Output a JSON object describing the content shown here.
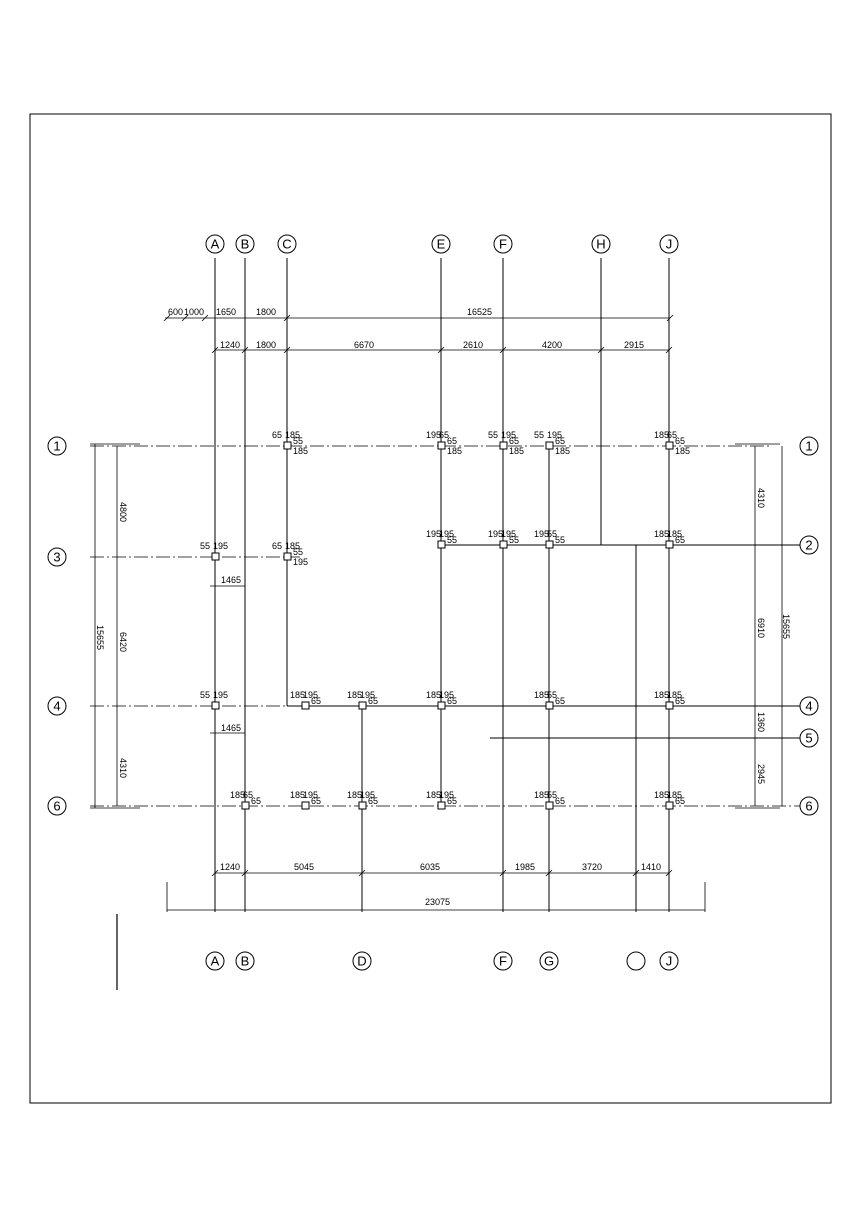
{
  "grid_top": [
    "A",
    "B",
    "C",
    "E",
    "F",
    "H",
    "J"
  ],
  "grid_bottom": [
    "A",
    "B",
    "D",
    "F",
    "G",
    "",
    "J"
  ],
  "rows_left": [
    "1",
    "3",
    "4",
    "6"
  ],
  "rows_right": [
    "1",
    "2",
    "4",
    "5",
    "6"
  ],
  "dim_top_1": [
    "600",
    "1000",
    "1650",
    "1800",
    "16525"
  ],
  "dim_top_2": [
    "1240",
    "1800",
    "6670",
    "2610",
    "4200",
    "2915"
  ],
  "dim_bottom_1": [
    "1240",
    "5045",
    "6035",
    "1985",
    "3720",
    "1410"
  ],
  "dim_bottom_total": "23075",
  "dim_left_inner": [
    "4800",
    "6420",
    "4310"
  ],
  "dim_left_total": "15655",
  "dim_right_inner": [
    "4310",
    "6910",
    "1360",
    "2945"
  ],
  "dim_right_total": "15655",
  "dim_local": [
    "1465",
    "1465"
  ],
  "col_labels": [
    [
      "65",
      "185",
      "55",
      "185"
    ],
    [
      "195",
      "65",
      "65",
      "185"
    ],
    [
      "55",
      "195",
      "65",
      "185"
    ],
    [
      "55",
      "195",
      "65",
      "185"
    ],
    [
      "185",
      "65",
      "65",
      "185"
    ],
    [
      "55",
      "195"
    ],
    [
      "65",
      "185",
      "55",
      "195"
    ],
    [
      "195",
      "195",
      "55"
    ],
    [
      "195",
      "195",
      "55"
    ],
    [
      "195",
      "55",
      "55"
    ],
    [
      "185",
      "185",
      "65"
    ],
    [
      "55",
      "195"
    ],
    [
      "185",
      "195",
      "65"
    ],
    [
      "185",
      "195",
      "65"
    ],
    [
      "185",
      "195",
      "65"
    ],
    [
      "185",
      "55",
      "65"
    ],
    [
      "185",
      "185",
      "65"
    ],
    [
      "185",
      "65",
      "65"
    ],
    [
      "185",
      "195",
      "65"
    ],
    [
      "185",
      "195",
      "65"
    ],
    [
      "185",
      "195",
      "65"
    ],
    [
      "185",
      "55",
      "65"
    ],
    [
      "185",
      "185",
      "65"
    ]
  ]
}
